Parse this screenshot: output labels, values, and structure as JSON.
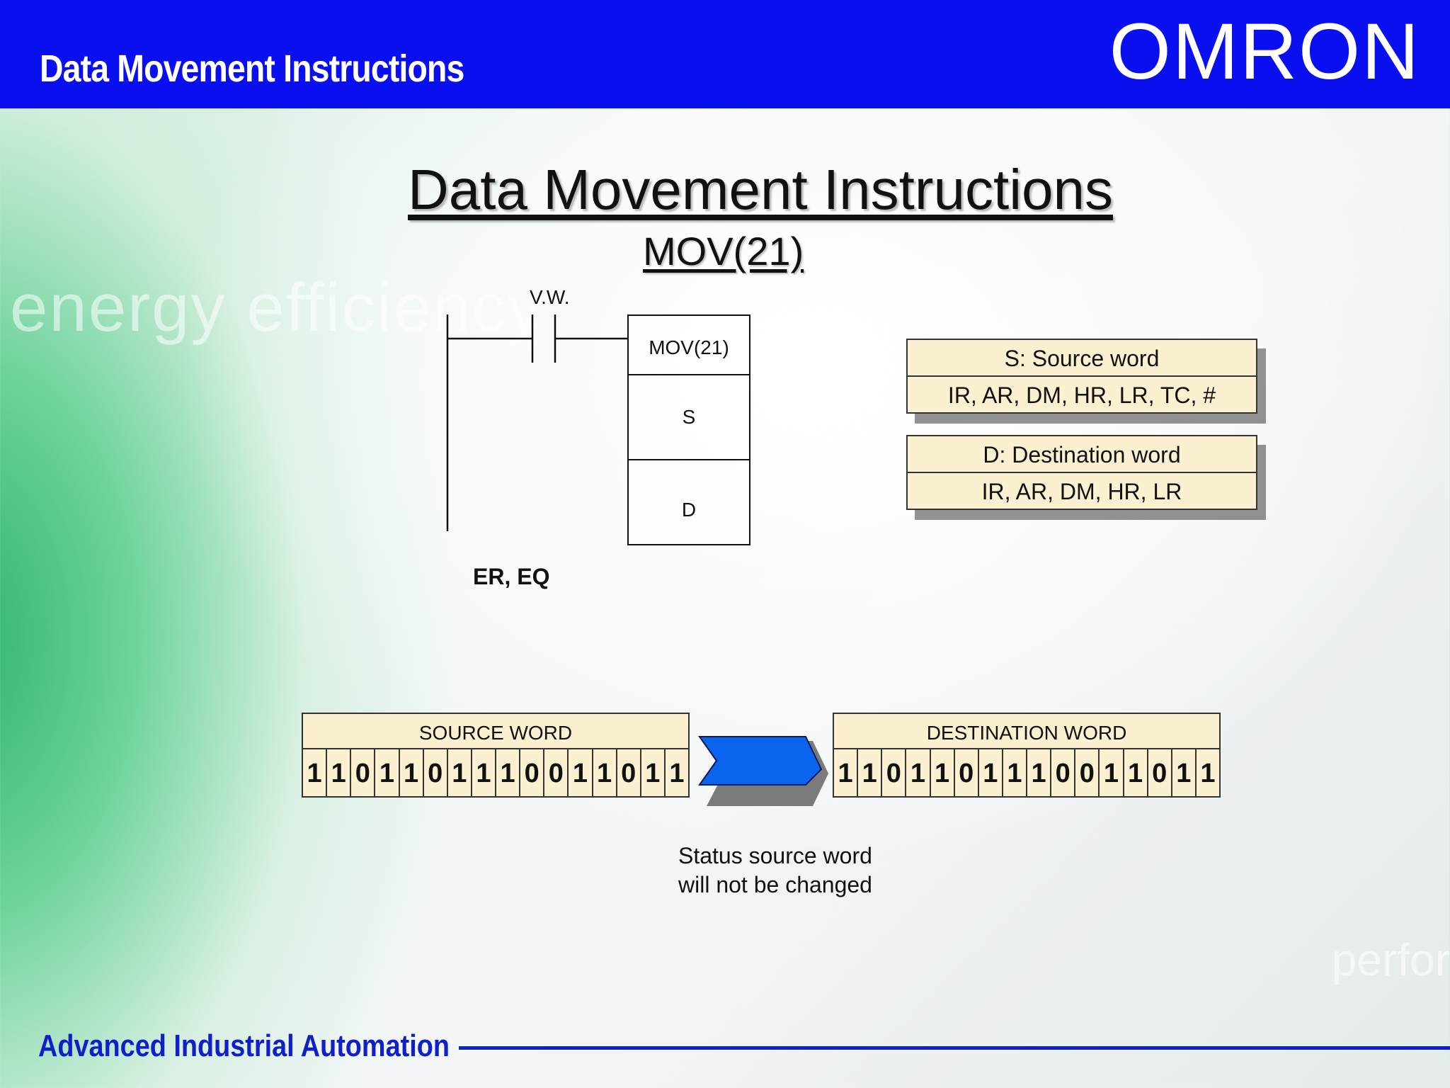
{
  "header": {
    "title": "Data Movement Instructions",
    "logo": "OMRON"
  },
  "background": {
    "watermark_left": "energy efficiency",
    "watermark_right": "perfor"
  },
  "slide": {
    "title": "Data Movement Instructions",
    "subtitle": "MOV(21)"
  },
  "ladder": {
    "contact_label": "V.W.",
    "instruction": "MOV(21)",
    "operand_s": "S",
    "operand_d": "D",
    "flags": "ER, EQ"
  },
  "operands": {
    "source": {
      "title": "S: Source word",
      "areas": "IR, AR, DM, HR, LR, TC, #"
    },
    "destination": {
      "title": "D: Destination word",
      "areas": "IR, AR, DM, HR, LR"
    }
  },
  "words": {
    "source": {
      "title": "SOURCE WORD",
      "bits": [
        "1",
        "1",
        "0",
        "1",
        "1",
        "0",
        "1",
        "1",
        "1",
        "0",
        "0",
        "1",
        "1",
        "0",
        "1",
        "1"
      ]
    },
    "destination": {
      "title": "DESTINATION WORD",
      "bits": [
        "1",
        "1",
        "0",
        "1",
        "1",
        "0",
        "1",
        "1",
        "1",
        "0",
        "0",
        "1",
        "1",
        "0",
        "1",
        "1"
      ]
    },
    "arrow_color": "#0a64ee"
  },
  "note": {
    "line1": "Status source word",
    "line2": "will not be changed"
  },
  "footer": {
    "text": "Advanced Industrial Automation"
  }
}
